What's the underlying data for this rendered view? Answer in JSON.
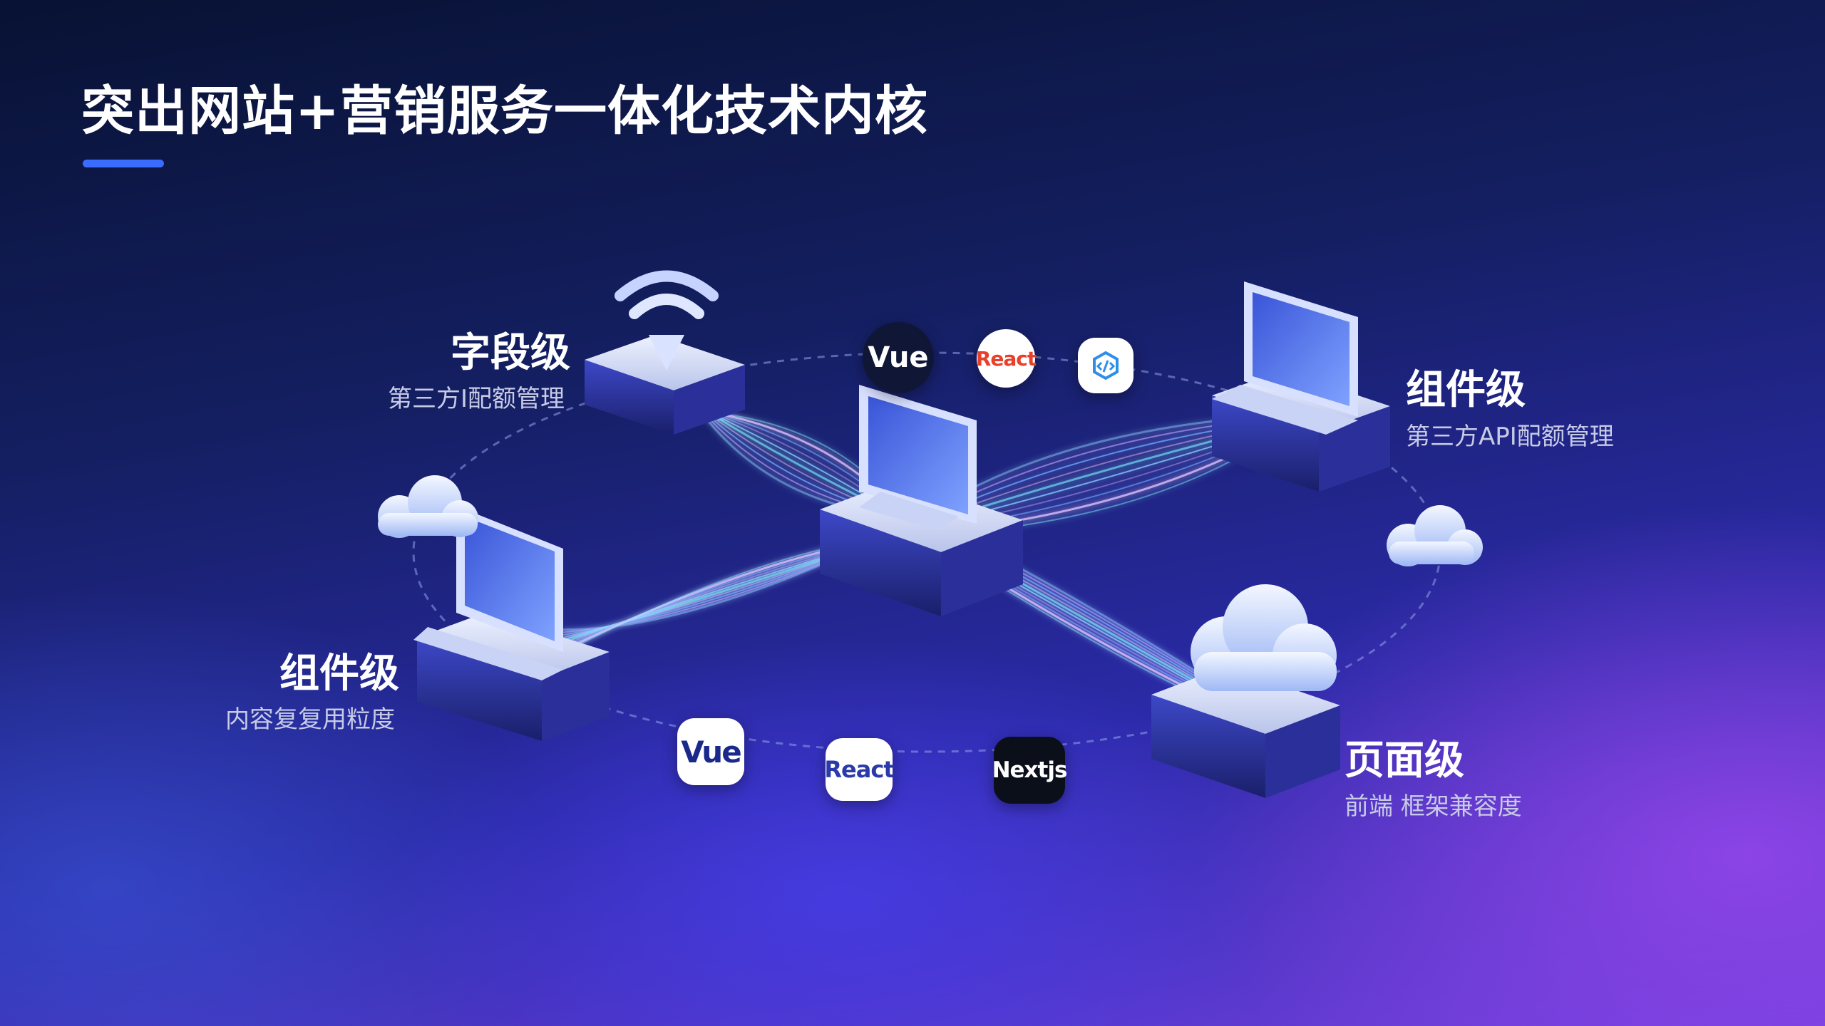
{
  "title": "突出网站+营销服务一体化技术内核",
  "nodes": {
    "field_level": {
      "title": "字段级",
      "subtitle": "第三方I配额管理"
    },
    "component_level_right": {
      "title": "组件级",
      "subtitle": "第三方API配额管理"
    },
    "component_level_left": {
      "title": "组件级",
      "subtitle": "内容复复用粒度"
    },
    "page_level": {
      "title": "页面级",
      "subtitle": "前端 框架兼容度"
    }
  },
  "logos": {
    "top_vue": "Vue",
    "top_react": "React",
    "top_third": "code-cube-icon",
    "bottom_vue": "Vue",
    "bottom_react": "React",
    "bottom_next": "Nextjs"
  },
  "colors": {
    "accent": "#3a6cff",
    "glow": "#7fb4ff",
    "react_red": "#e8402a",
    "react_blue": "#2a3aa8",
    "next_bg": "#0b0f1a"
  }
}
